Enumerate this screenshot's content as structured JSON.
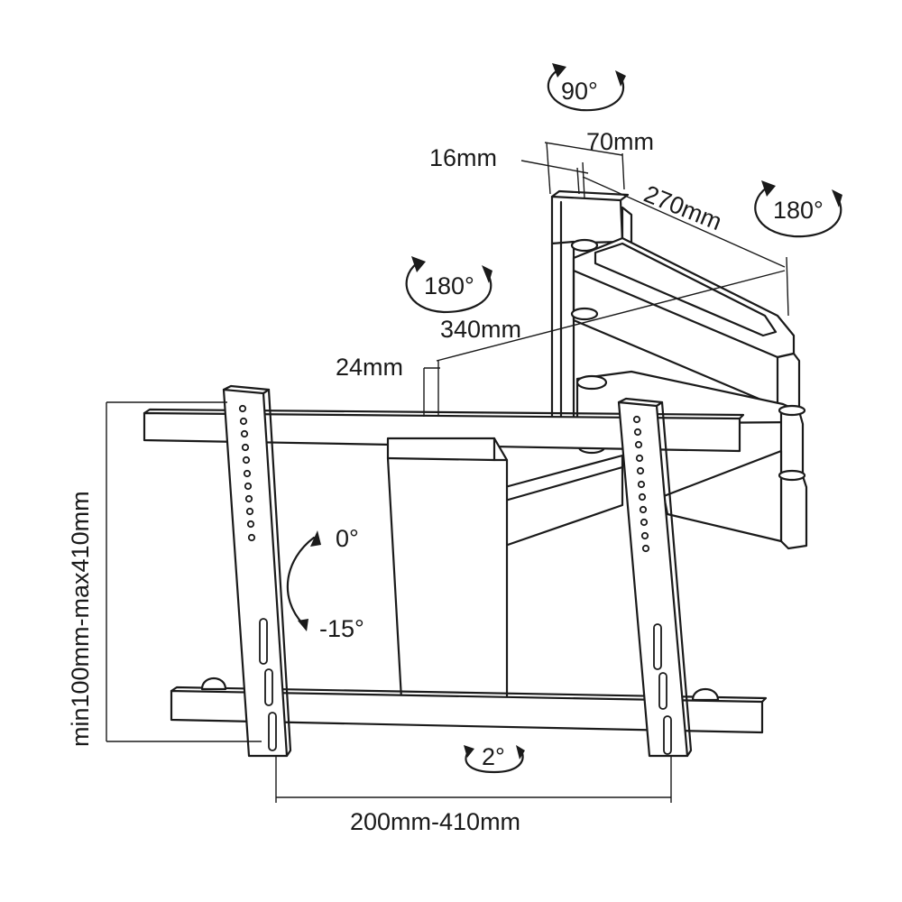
{
  "dimensions": {
    "rotation_top": "90°",
    "rotation_arm_right": "180°",
    "rotation_arm_left": "180°",
    "depth_min": "16mm",
    "width_wall": "70mm",
    "arm_length": "270mm",
    "arm_extension": "340mm",
    "plate_depth": "24mm",
    "tilt_top": "0°",
    "tilt_bottom": "-15°",
    "swivel_level": "2°",
    "horizontal_range": "200mm-410mm",
    "vertical_range": "min100mm-max410mm"
  }
}
